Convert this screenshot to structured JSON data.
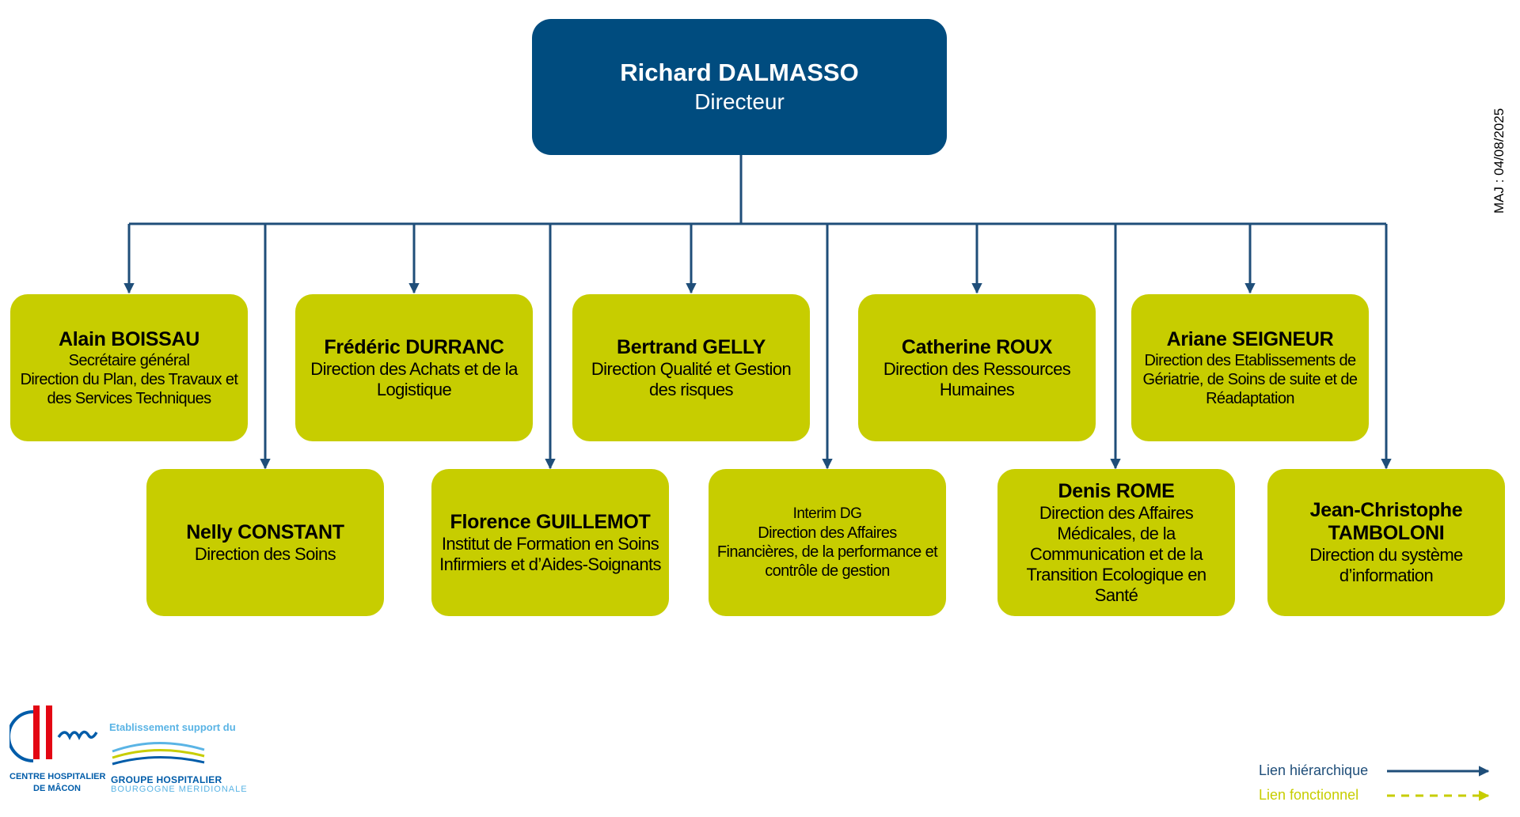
{
  "colors": {
    "director_fill": "#004c7f",
    "leaf_fill": "#c7cd00",
    "hierarchy_line": "#1f4e79",
    "functional_line": "#c7cd00",
    "logo_red": "#e30613",
    "logo_blue": "#005ca9",
    "logo_light_blue": "#5ab4e5"
  },
  "director": {
    "name": "Richard DALMASSO",
    "title": "Directeur"
  },
  "directions": [
    {
      "name": "Alain BOISSAU",
      "role": "Secrétaire général",
      "title": "Direction du Plan, des Travaux et des Services Techniques"
    },
    {
      "name": "Nelly CONSTANT",
      "title": "Direction des Soins"
    },
    {
      "name": "Frédéric DURRANC",
      "title": "Direction des Achats et de la Logistique"
    },
    {
      "name": "Florence GUILLEMOT",
      "title": "Institut de Formation en Soins Infirmiers et d’Aides-Soignants"
    },
    {
      "name": "Bertrand GELLY",
      "title": "Direction Qualité et Gestion des risques"
    },
    {
      "prefix": "Interim DG",
      "title": "Direction des Affaires Financières, de la performance et contrôle de gestion"
    },
    {
      "name": "Catherine ROUX",
      "title": "Direction des Ressources Humaines"
    },
    {
      "name": "Denis ROME",
      "title": "Direction des Affaires Médicales, de la Communication et de la Transition Ecologique en Santé"
    },
    {
      "name": "Ariane SEIGNEUR",
      "title": "Direction des Etablissements de Gériatrie, de Soins de suite et de Réadaptation"
    },
    {
      "name": "Jean-Christophe TAMBOLONI",
      "title": "Direction du système d’information"
    }
  ],
  "update_note": "MAJ : 04/08/2025",
  "legend": {
    "hierarchical_label": "Lien hiérarchique",
    "functional_label": "Lien fonctionnel"
  },
  "logos": {
    "ch_line1": "CENTRE HOSPITALIER",
    "ch_line2": "DE MÂCON",
    "support_text": "Etablissement support du",
    "group_line1": "GROUPE HOSPITALIER",
    "group_line2": "BOURGOGNE MERIDIONALE"
  }
}
